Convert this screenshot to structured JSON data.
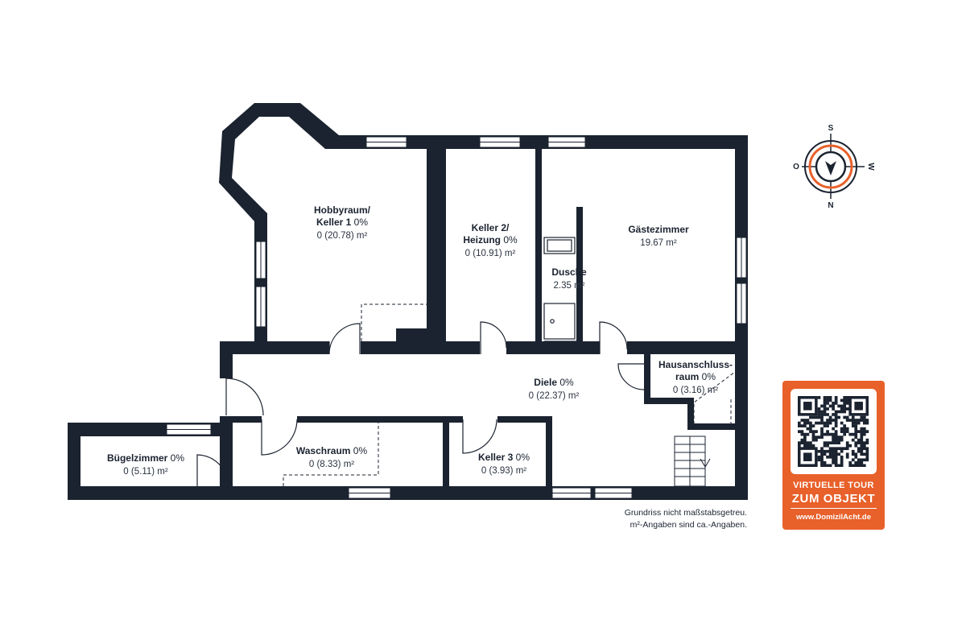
{
  "rooms": [
    {
      "id": "hobbyraum",
      "name_line1": "Hobbyraum/",
      "name_line2": "Keller 1",
      "pct": "0%",
      "area": "0 (20.78) m²"
    },
    {
      "id": "keller2",
      "name_line1": "Keller 2/",
      "name_line2": "Heizung",
      "pct": "0%",
      "area": "0 (10.91) m²"
    },
    {
      "id": "dusche",
      "name_line1": "Dusche",
      "name_line2": "",
      "pct": "",
      "area": "2.35 m²"
    },
    {
      "id": "gaestezimmer",
      "name_line1": "Gästezimmer",
      "name_line2": "",
      "pct": "",
      "area": "19.67 m²"
    },
    {
      "id": "hausanschluss",
      "name_line1": "Hausanschluss-",
      "name_line2": "raum",
      "pct": "0%",
      "area": "0 (3.16) m²"
    },
    {
      "id": "diele",
      "name_line1": "Diele",
      "name_line2": "",
      "pct": "0%",
      "area": "0 (22.37) m²"
    },
    {
      "id": "buegelzimmer",
      "name_line1": "Bügelzimmer",
      "name_line2": "",
      "pct": "0%",
      "area": "0 (5.11) m²"
    },
    {
      "id": "waschraum",
      "name_line1": "Waschraum",
      "name_line2": "",
      "pct": "0%",
      "area": "0 (8.33) m²"
    },
    {
      "id": "keller3",
      "name_line1": "Keller 3",
      "name_line2": "",
      "pct": "0%",
      "area": "0 (3.93) m²"
    }
  ],
  "disclaimer": {
    "line1": "Grundriss nicht maßstabsgetreu.",
    "line2": "m²-Angaben sind ca.-Angaben."
  },
  "compass": {
    "top": "S",
    "right": "W",
    "bottom": "N",
    "left": "O"
  },
  "tour_card": {
    "line1": "VIRTUELLE TOUR",
    "line2": "ZUM OBJEKT",
    "url": "www.DomizilAcht.de"
  },
  "colors": {
    "wall": "#1b2330",
    "accent": "#e8602a",
    "background": "#ffffff"
  }
}
